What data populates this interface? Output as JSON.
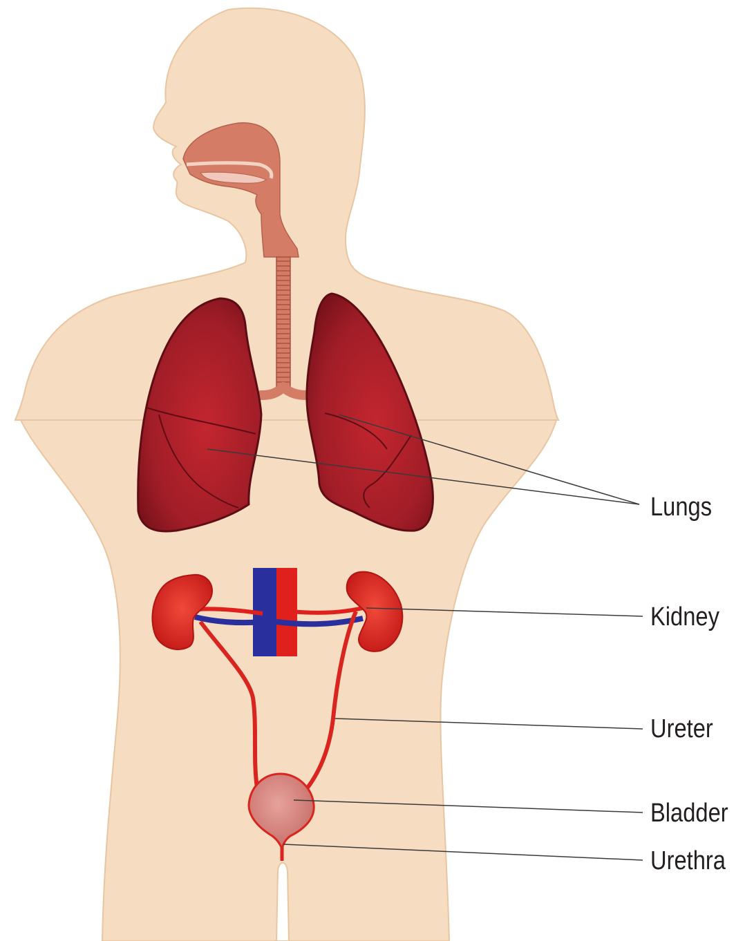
{
  "labels": {
    "lungs": "Lungs",
    "kidney": "Kidney",
    "ureter": "Ureter",
    "bladder": "Bladder",
    "urethra": "Urethra"
  },
  "colors": {
    "skin": "#f6dcc0",
    "skin_outline": "#e8c6a2",
    "airway": "#d47c66",
    "lung": "#a8202a",
    "lung_outline": "#5e0d14",
    "kidney": "#d9251f",
    "vein": "#2a2f9e",
    "artery": "#e0201c",
    "bladder": "#d98a84",
    "leader_line": "#3a3a3a"
  }
}
